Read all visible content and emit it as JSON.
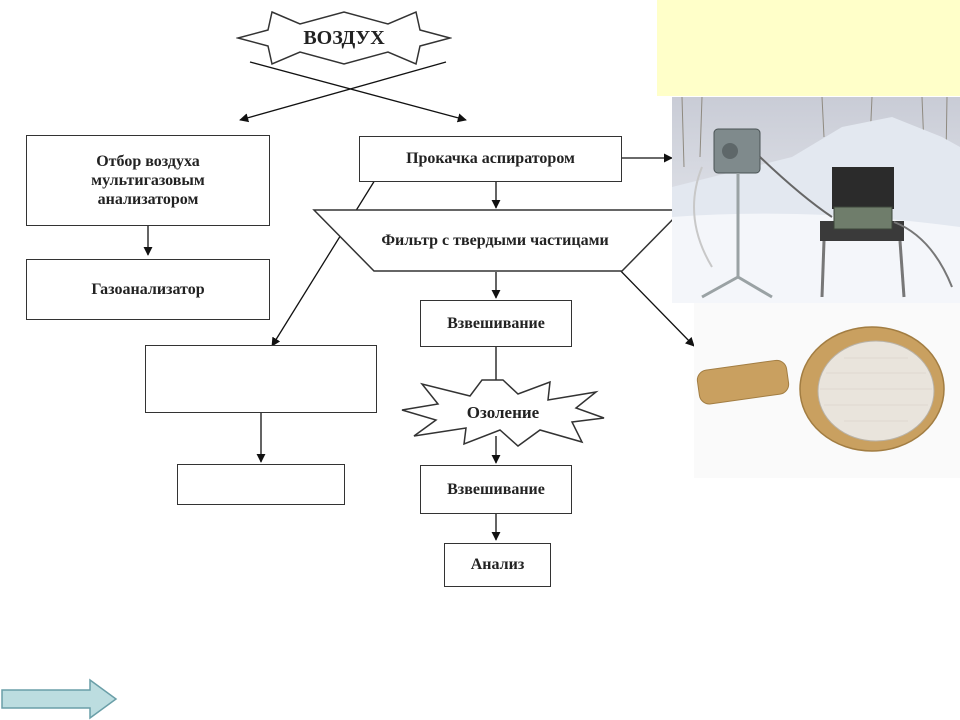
{
  "diagram": {
    "root": "ВОЗДУХ",
    "left_branch": {
      "sampling": "Отбор воздуха мультигазовым анализатором",
      "gas_analyzer": "Газоанализатор"
    },
    "right_branch": {
      "pumping": "Прокачка аспиратором",
      "filter": "Фильтр с твердыми частицами",
      "weighing_1": "Взвешивание",
      "ashing": "Озоление",
      "weighing_2": "Взвешивание",
      "analysis": "Анализ"
    },
    "blank_box_1": "",
    "blank_box_2": ""
  },
  "colors": {
    "note_background": "#ffffc9",
    "nav_arrow": "#bcdde0"
  },
  "navigation": {
    "next_icon": "right-arrow-icon"
  }
}
